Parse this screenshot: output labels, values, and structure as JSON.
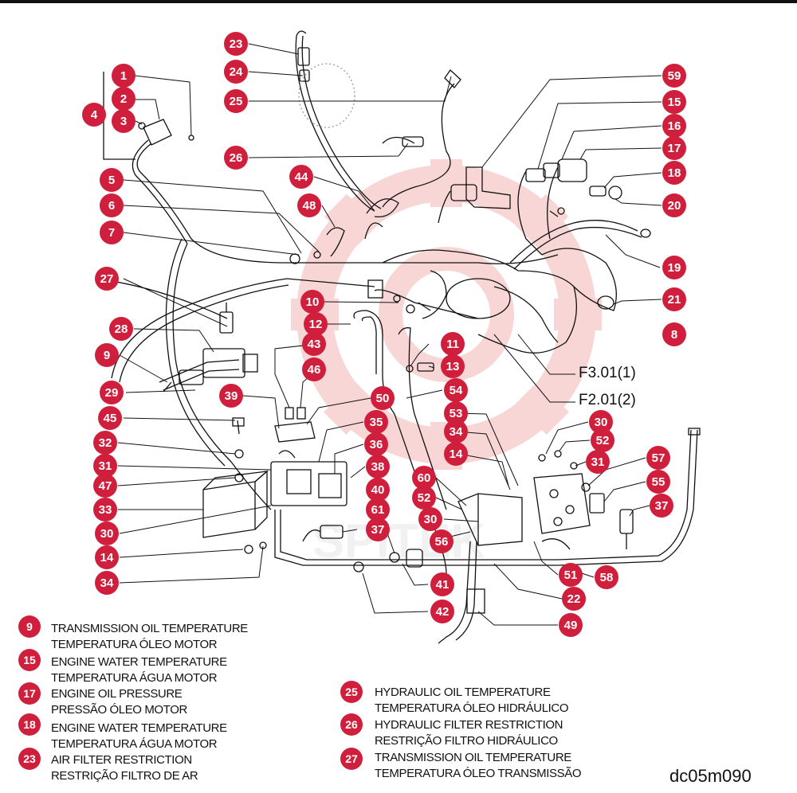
{
  "callouts": [
    "1",
    "2",
    "3",
    "4",
    "5",
    "6",
    "7",
    "27",
    "28",
    "9",
    "29",
    "45",
    "32",
    "31",
    "47",
    "33",
    "30",
    "14",
    "34",
    "23",
    "24",
    "25",
    "26",
    "44",
    "48",
    "10",
    "12",
    "43",
    "46",
    "39",
    "50",
    "35",
    "36",
    "38",
    "40",
    "61",
    "37",
    "11",
    "13",
    "54",
    "53",
    "34",
    "14",
    "60",
    "52",
    "30",
    "56",
    "41",
    "42",
    "59",
    "15",
    "16",
    "17",
    "18",
    "20",
    "19",
    "21",
    "8",
    "30",
    "52",
    "31",
    "57",
    "55",
    "37",
    "51",
    "58",
    "22",
    "49"
  ],
  "refs": [
    "F3.01(1)",
    "F2.01(2)"
  ],
  "legend_left": [
    {
      "num": "9",
      "line1": "TRANSMISSION OIL TEMPERATURE",
      "line2": "TEMPERATURA ÓLEO MOTOR"
    },
    {
      "num": "15",
      "line1": "ENGINE WATER TEMPERATURE",
      "line2": "TEMPERATURA ÁGUA MOTOR"
    },
    {
      "num": "17",
      "line1": "ENGINE OIL PRESSURE",
      "line2": "PRESSÃO ÓLEO MOTOR"
    },
    {
      "num": "18",
      "line1": "ENGINE WATER TEMPERATURE",
      "line2": "TEMPERATURA ÁGUA MOTOR"
    },
    {
      "num": "23",
      "line1": "AIR FILTER RESTRICTION",
      "line2": "RESTRIÇÃO FILTRO DE AR"
    }
  ],
  "legend_right": [
    {
      "num": "25",
      "line1": "HYDRAULIC OIL TEMPERATURE",
      "line2": "TEMPERATURA ÓLEO HIDRÁULICO"
    },
    {
      "num": "26",
      "line1": "HYDRAULIC FILTER RESTRICTION",
      "line2": "RESTRIÇÃO FILTRO HIDRÁULICO"
    },
    {
      "num": "27",
      "line1": "TRANSMISSION OIL TEMPERATURE",
      "line2": "TEMPERATURA ÓLEO TRANSMISSÃO"
    }
  ],
  "drawing_code": "dc05m090",
  "watermark_text": "SPITEK",
  "colors": {
    "callout": "#d01f3c",
    "watermark": "#f5c0c0",
    "line": "#111111"
  }
}
